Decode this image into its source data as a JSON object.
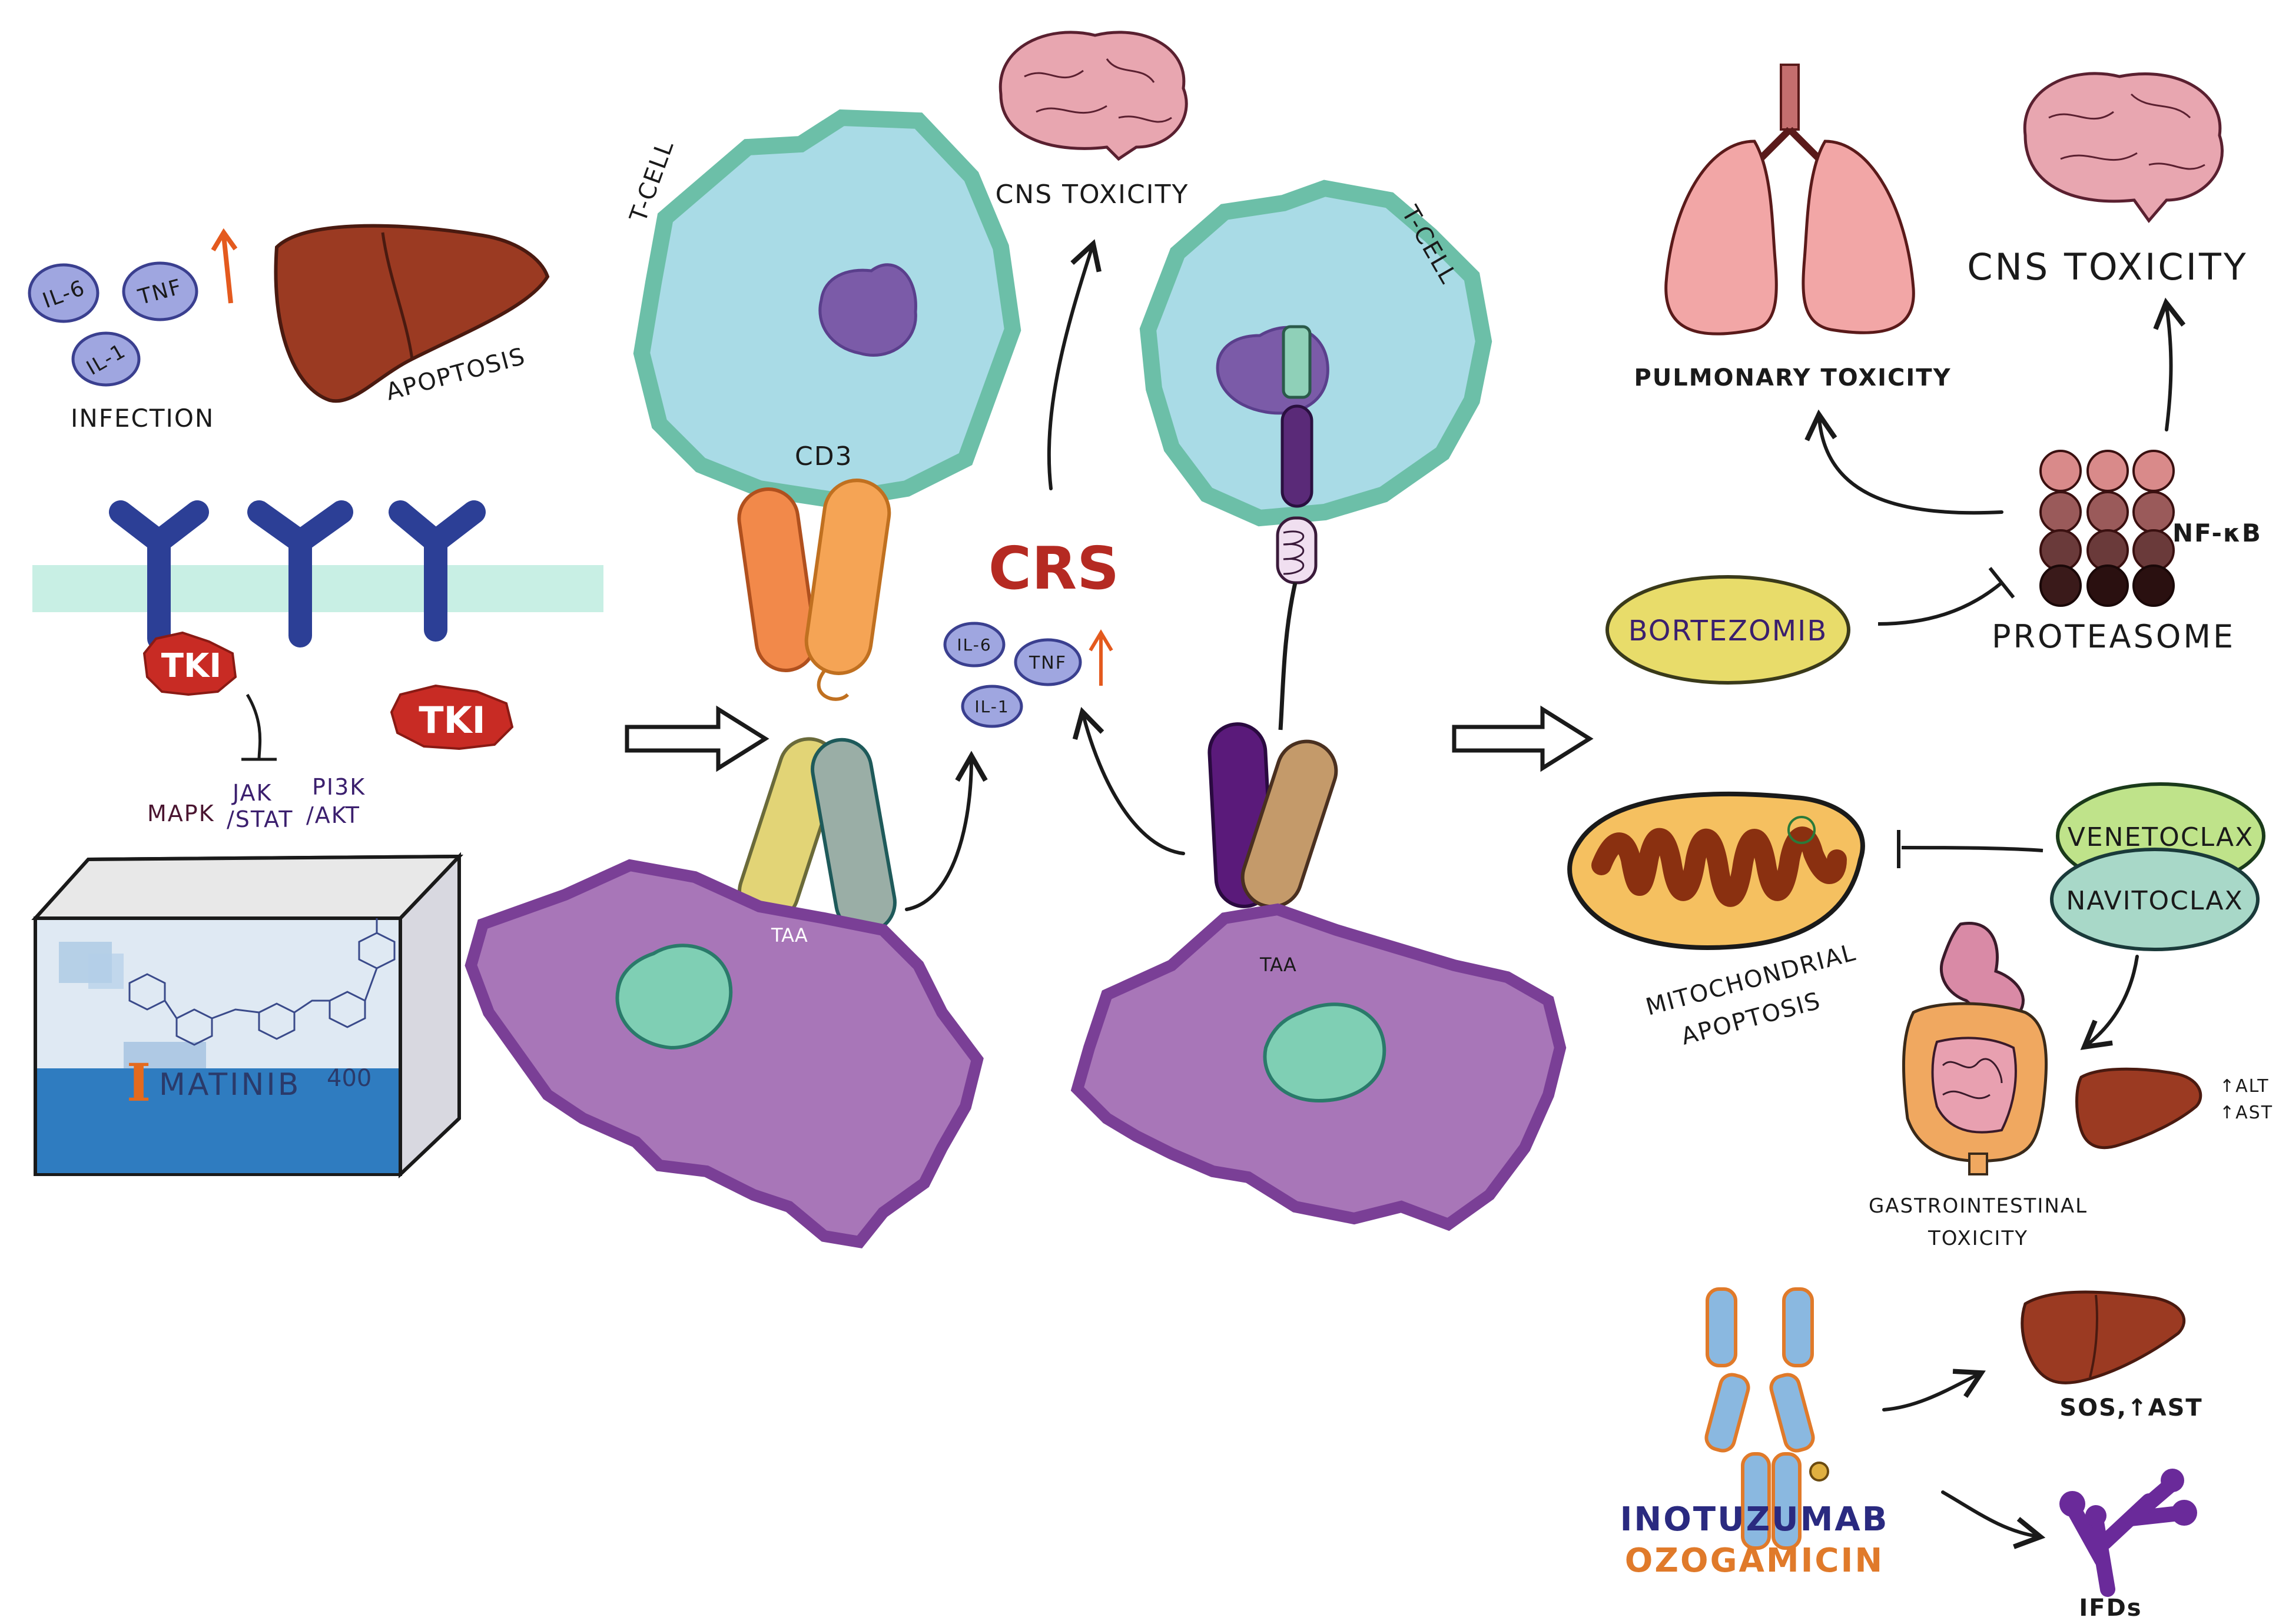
{
  "left_panel": {
    "cytokines": [
      "IL-6",
      "TNF",
      "IL-1"
    ],
    "infection_label": "INFECTION",
    "liver_label": "APOPTOSIS",
    "tki_labels": [
      "TKI",
      "TKI"
    ],
    "pathways": {
      "mapk": "MAPK",
      "jak_stat": "JAK /STAT",
      "pi3k_akt": "PI3K /AKT"
    },
    "drug_box": {
      "initial": "I",
      "name": "MATINIB",
      "dose": "400"
    }
  },
  "center_panel": {
    "tcell_left_label": "T-CELL",
    "cd3_label": "CD3",
    "taa_left": "TAA",
    "cns_label": "CNS TOXICITY",
    "crs_label": "CRS",
    "cytokines": [
      "IL-6",
      "TNF",
      "IL-1"
    ],
    "tcell_right_label": "T-CELL",
    "taa_right": "TAA"
  },
  "right_panel": {
    "pulmonary_label": "PULMONARY TOXICITY",
    "cns_label": "CNS TOXICITY",
    "nfkb_label": "NF-κB",
    "proteasome_label": "PROTEASOME",
    "bortezomib": "BORTEZOMIB",
    "venetoclax": "VENETOCLAX",
    "navitoclax": "NAVITOCLAX",
    "mito_label_1": "MITOCHONDRIAL",
    "mito_label_2": "APOPTOSIS",
    "gi_label_1": "GASTROINTESTINAL",
    "gi_label_2": "TOXICITY",
    "alt": "↑ALT",
    "ast": "↑AST",
    "inotuzumab": "INOTUZUMAB",
    "ozogamicin": "OZOGAMICIN",
    "sos_label": "SOS,↑AST",
    "ifd_label": "IFDs"
  },
  "colors": {
    "tcell_fill": "#a9dbe6",
    "tcell_border": "#6cbfa8",
    "tumor_fill": "#a876b8",
    "liver": "#9b3a22",
    "tki": "#c82b24",
    "receptor": "#2c3f96",
    "bortezomib": "#e8dc6a",
    "venetoclax": "#bfe38a",
    "navitoclax": "#a8d8c8"
  }
}
